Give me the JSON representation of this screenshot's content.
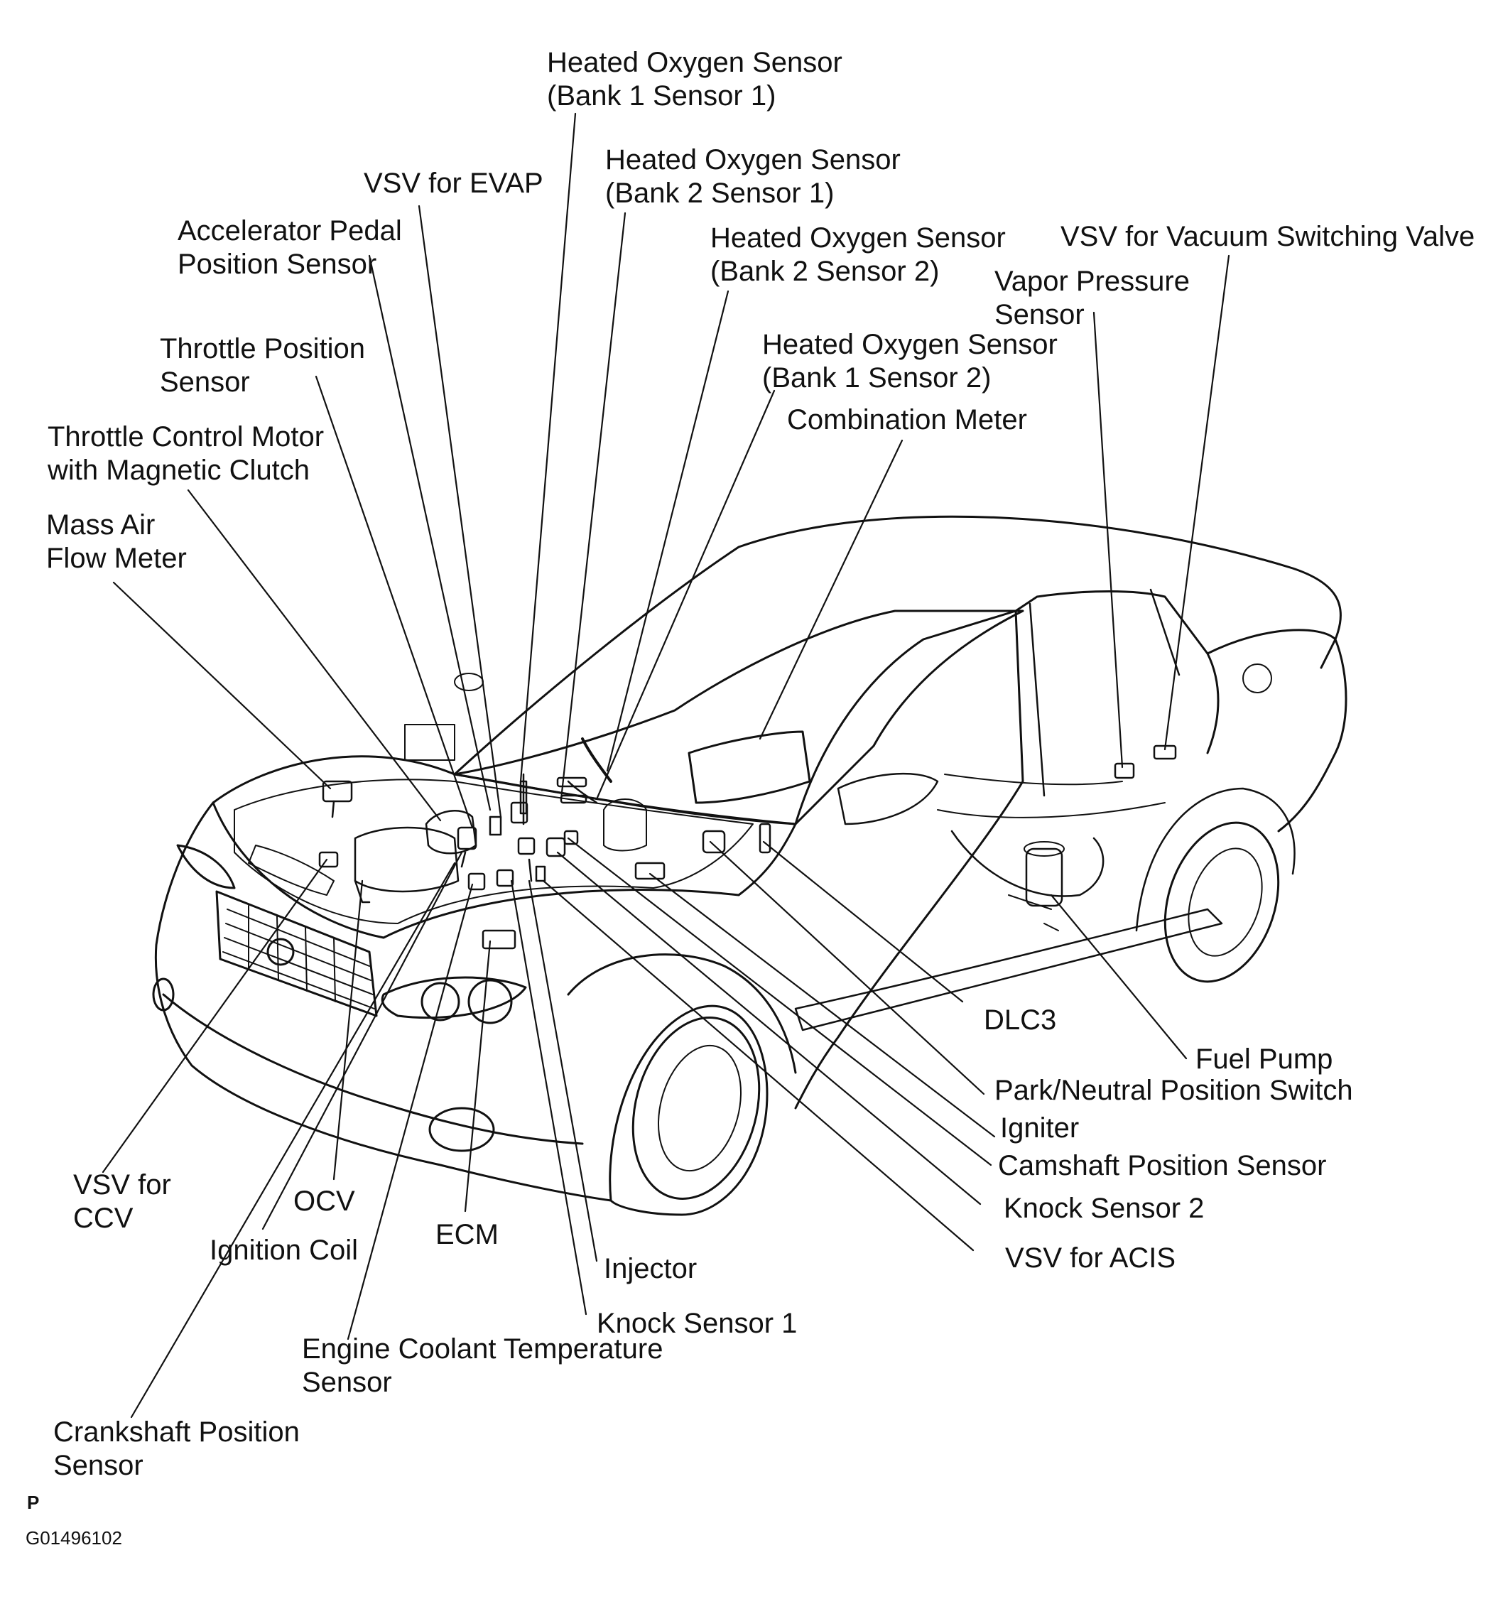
{
  "labels": {
    "ho2s_b1s1": [
      "Heated Oxygen Sensor",
      "(Bank 1 Sensor 1)"
    ],
    "ho2s_b2s1": [
      "Heated Oxygen Sensor",
      "(Bank 2 Sensor 1)"
    ],
    "ho2s_b2s2": [
      "Heated Oxygen Sensor",
      "(Bank 2 Sensor 2)"
    ],
    "ho2s_b1s2": [
      "Heated Oxygen Sensor",
      "(Bank 1 Sensor 2)"
    ],
    "vsv_evap": [
      "VSV for EVAP"
    ],
    "accel_pedal": [
      "Accelerator  Pedal",
      "Position Sensor"
    ],
    "throttle_pos": [
      "Throttle Position",
      "Sensor"
    ],
    "throttle_motor": [
      "Throttle Control Motor",
      "with Magnetic Clutch"
    ],
    "maf": [
      "Mass Air",
      "Flow Meter"
    ],
    "vsv_vacuum": [
      "VSV for Vacuum Switching Valve"
    ],
    "vapor_pressure": [
      "Vapor  Pressure",
      "Sensor"
    ],
    "combination_meter": [
      "Combination Meter"
    ],
    "dlc3": [
      "DLC3"
    ],
    "fuel_pump": [
      "Fuel Pump"
    ],
    "park_neutral": [
      "Park/Neutral Position Switch"
    ],
    "igniter": [
      "Igniter"
    ],
    "camshaft": [
      "Camshaft Position Sensor"
    ],
    "knock2": [
      "Knock Sensor 2"
    ],
    "vsv_acis": [
      "VSV for ACIS"
    ],
    "vsv_ccv": [
      "VSV for",
      "CCV"
    ],
    "ocv": [
      "OCV"
    ],
    "ignition_coil": [
      "Ignition Coil"
    ],
    "ecm": [
      "ECM"
    ],
    "injector": [
      "Injector"
    ],
    "knock1": [
      "Knock Sensor 1"
    ],
    "ect": [
      "Engine Coolant Temperature",
      "Sensor"
    ],
    "crankshaft": [
      "Crankshaft  Position",
      "Sensor"
    ]
  },
  "footer": {
    "mark": "P",
    "code": "G01496102"
  }
}
